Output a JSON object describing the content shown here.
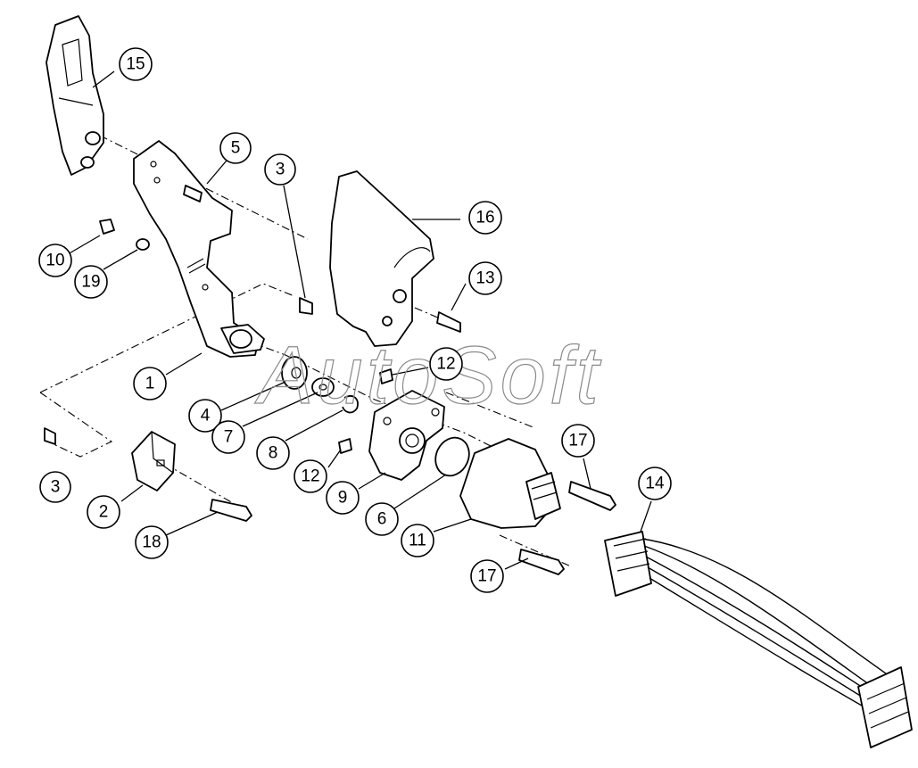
{
  "watermark": "AutoSoft",
  "callouts": [
    {
      "id": "c15",
      "label": "15"
    },
    {
      "id": "c5",
      "label": "5"
    },
    {
      "id": "c3a",
      "label": "3"
    },
    {
      "id": "c16",
      "label": "16"
    },
    {
      "id": "c10",
      "label": "10"
    },
    {
      "id": "c19",
      "label": "19"
    },
    {
      "id": "c13",
      "label": "13"
    },
    {
      "id": "c1",
      "label": "1"
    },
    {
      "id": "c12a",
      "label": "12"
    },
    {
      "id": "c4",
      "label": "4"
    },
    {
      "id": "c7",
      "label": "7"
    },
    {
      "id": "c8",
      "label": "8"
    },
    {
      "id": "c17a",
      "label": "17"
    },
    {
      "id": "c14",
      "label": "14"
    },
    {
      "id": "c12b",
      "label": "12"
    },
    {
      "id": "c3b",
      "label": "3"
    },
    {
      "id": "c9",
      "label": "9"
    },
    {
      "id": "c2",
      "label": "2"
    },
    {
      "id": "c6",
      "label": "6"
    },
    {
      "id": "c11",
      "label": "11"
    },
    {
      "id": "c18",
      "label": "18"
    },
    {
      "id": "c17b",
      "label": "17"
    }
  ]
}
